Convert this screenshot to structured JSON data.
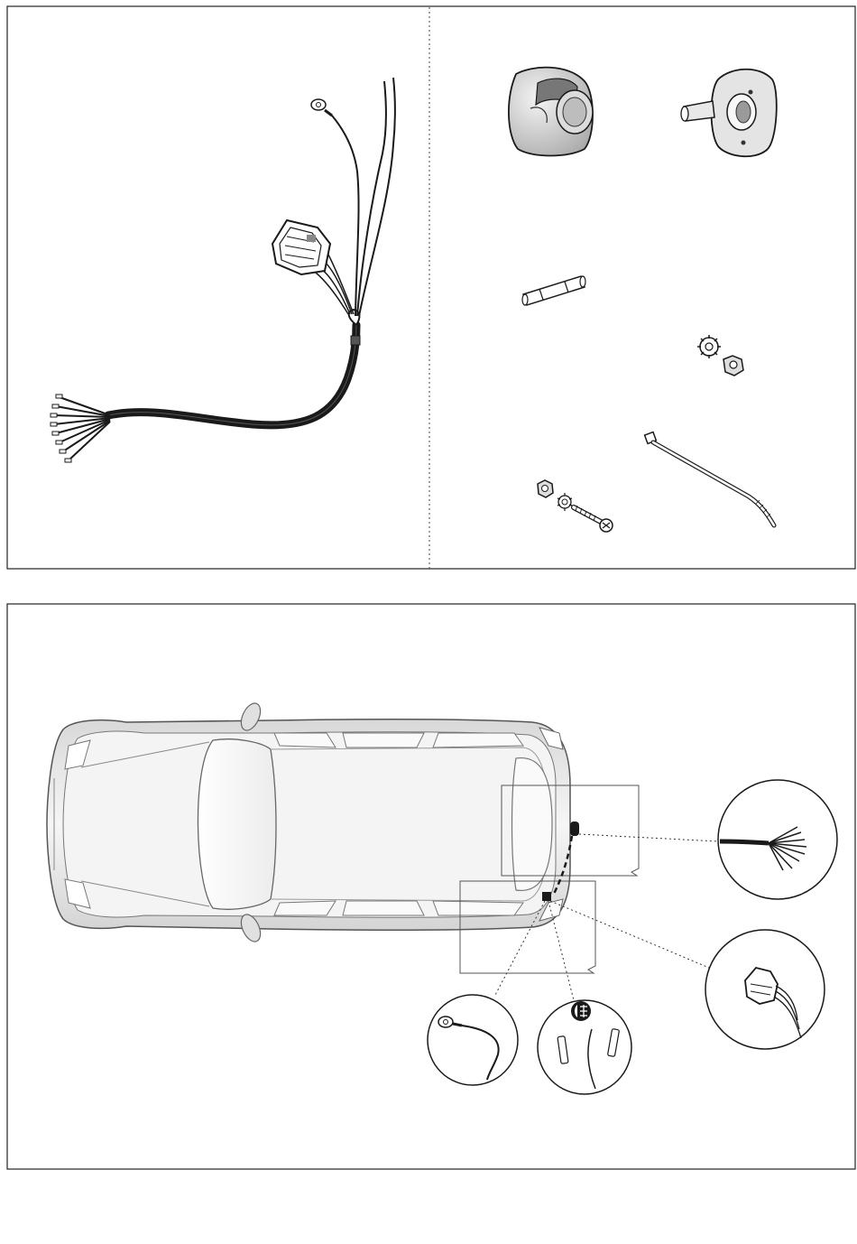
{
  "page": {
    "background": "#ffffff",
    "ink": "#1a1a1a",
    "car_fill": "#e6e6e6"
  },
  "parts_kit": {
    "items": [
      {
        "name": "wiring-harness"
      },
      {
        "name": "7-pin-socket-cover"
      },
      {
        "name": "socket-mounting-plate"
      },
      {
        "name": "fuse"
      },
      {
        "name": "lock-washer-and-nut"
      },
      {
        "name": "cable-tie"
      },
      {
        "name": "screw-nut-washer-set"
      }
    ]
  },
  "installation": {
    "callouts": [
      {
        "name": "harness-wire-end"
      },
      {
        "name": "connector-plug"
      },
      {
        "name": "ground-eyelet"
      },
      {
        "name": "fog-light-fuses",
        "icon": "fog-light-icon"
      }
    ]
  }
}
